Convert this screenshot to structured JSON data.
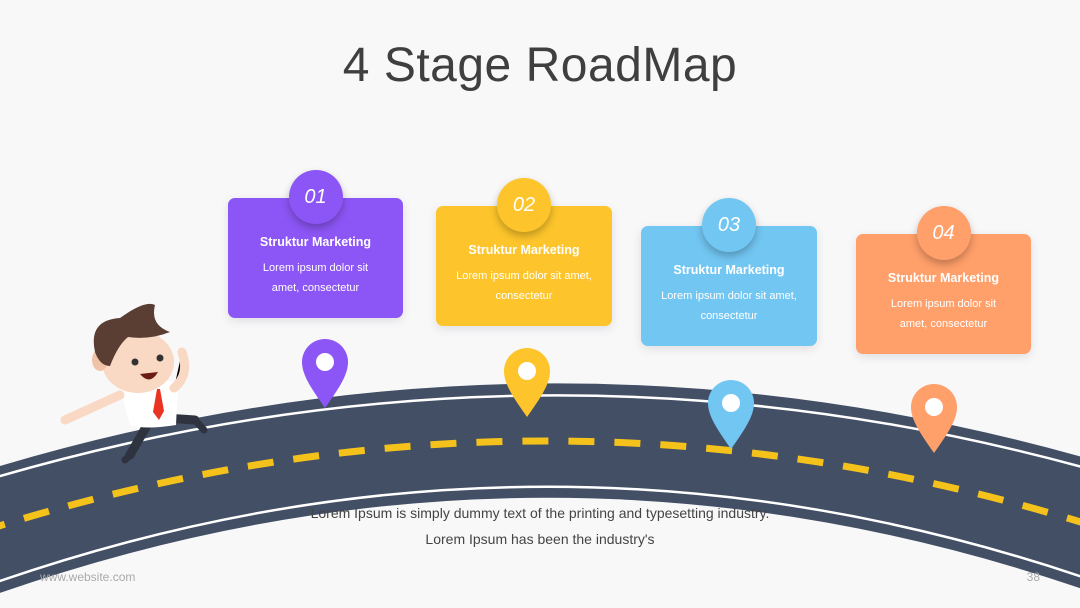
{
  "title": "4 Stage RoadMap",
  "stages": [
    {
      "number": "01",
      "heading": "Struktur Marketing",
      "body": "Lorem ipsum dolor sit amet, consectetur",
      "color": "#8c55f5"
    },
    {
      "number": "02",
      "heading": "Struktur Marketing",
      "body": "Lorem ipsum dolor sit amet, consectetur",
      "color": "#fdc52b"
    },
    {
      "number": "03",
      "heading": "Struktur Marketing",
      "body": "Lorem ipsum dolor sit amet, consectetur",
      "color": "#72c6f2"
    },
    {
      "number": "04",
      "heading": "Struktur Marketing",
      "body": "Lorem ipsum dolor sit amet, consectetur",
      "color": "#ff9f6a"
    }
  ],
  "caption": "Lorem Ipsum is simply dummy text of the printing and typesetting industry. Lorem Ipsum has been the industry's",
  "footer": {
    "website": "www.website.com",
    "page_number": "38"
  },
  "colors": {
    "road": "#434f65",
    "road_lines": "#ffffff",
    "road_dashes": "#f5c21c",
    "background": "#f8f8f9"
  },
  "icons": [
    "map-pin-icon",
    "businessman-illustration"
  ]
}
